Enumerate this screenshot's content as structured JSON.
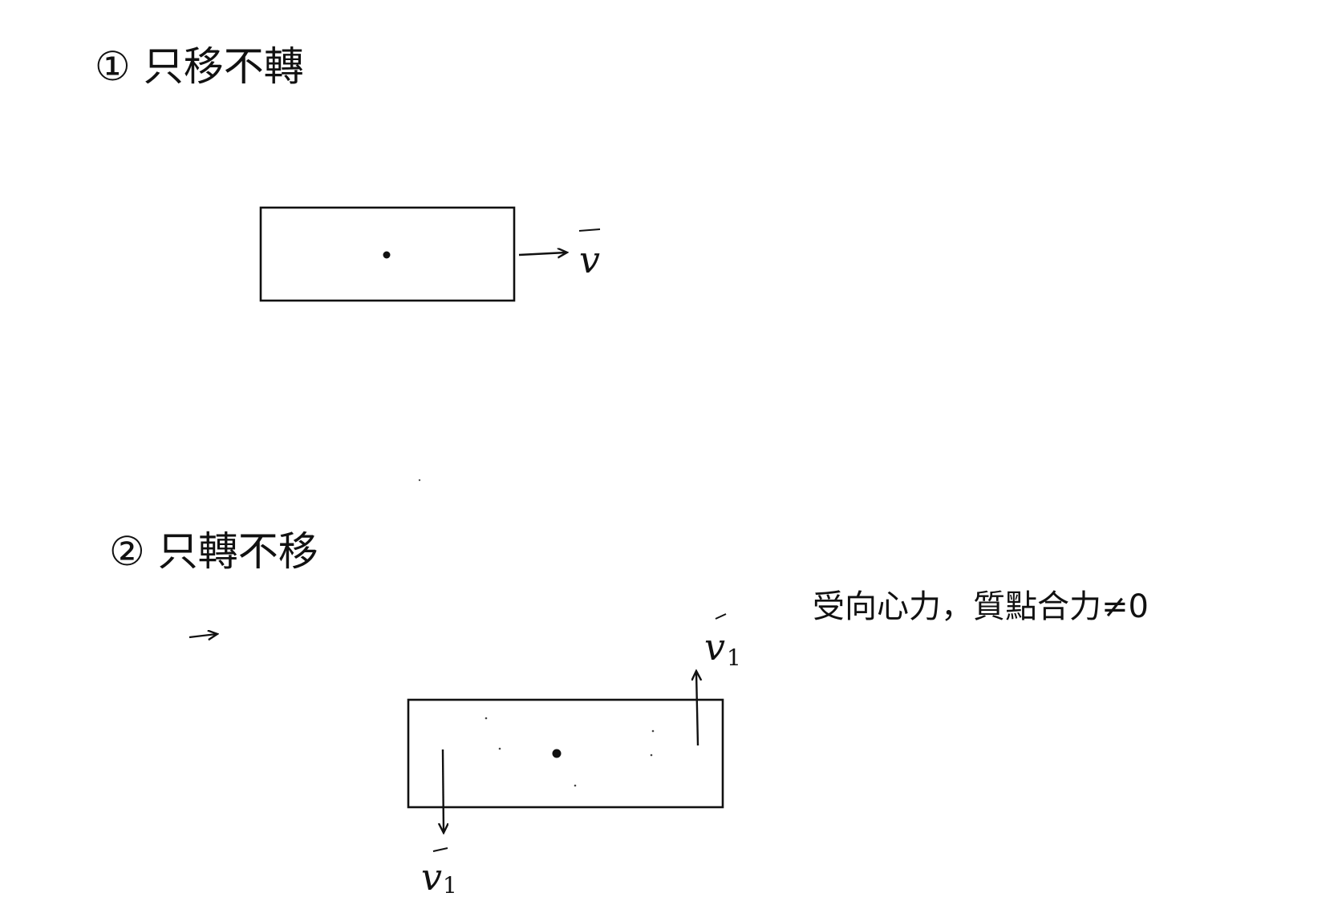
{
  "section1": {
    "title": "① 只移不轉",
    "velocity_label": "v"
  },
  "section2": {
    "title": "② 只轉不移",
    "note": "受向心力，質點合力≠0",
    "velocity_label_top": "v",
    "velocity_sub_top": "1",
    "velocity_label_bottom": "v",
    "velocity_sub_bottom": "1"
  },
  "colors": {
    "ink": "#111111",
    "background": "#ffffff"
  }
}
